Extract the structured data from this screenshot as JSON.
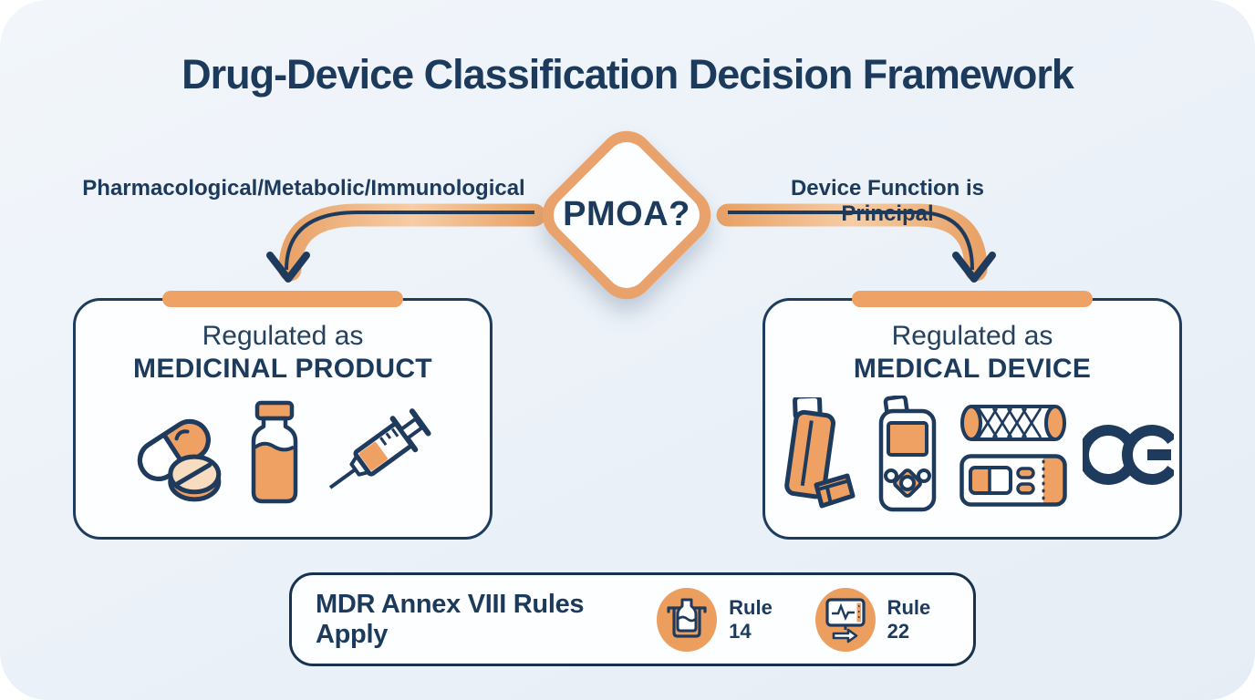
{
  "title": "Drug-Device Classification Decision Framework",
  "decision": {
    "label": "PMOA?"
  },
  "branches": {
    "left_label": "Pharmacological/Metabolic/Immunological",
    "right_label": "Device Function is Principal"
  },
  "boxes": {
    "left": {
      "subtitle": "Regulated as",
      "title": "MEDICINAL PRODUCT",
      "icons": [
        "capsule-and-tablet-icon",
        "medicine-vial-icon",
        "syringe-icon"
      ]
    },
    "right": {
      "subtitle": "Regulated as",
      "title": "MEDICAL DEVICE",
      "icons": [
        "inhaler-icon",
        "infusion-pump-icon",
        "stent-icon",
        "test-strip-icon",
        "ce-mark-icon"
      ]
    }
  },
  "footer": {
    "label": "MDR Annex VIII Rules Apply",
    "rules": [
      {
        "label": "Rule 14",
        "icon": "flask-icon"
      },
      {
        "label": "Rule 22",
        "icon": "monitor-icon"
      }
    ]
  },
  "colors": {
    "navy": "#1C3A5C",
    "orange": "#EFA164",
    "orange_light": "#F8DCC0",
    "accent_bar": "#EFA266",
    "panel": "#EBF1F8",
    "badge": "#EC9E5F"
  }
}
